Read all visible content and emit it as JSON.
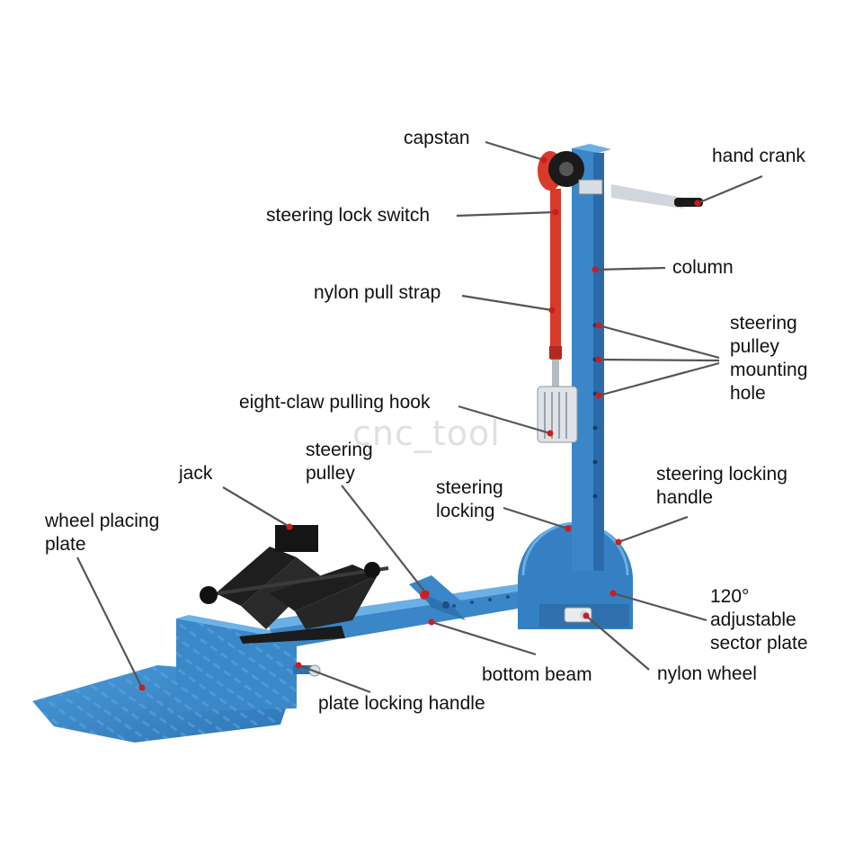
{
  "labels": {
    "capstan": "capstan",
    "hand_crank": "hand crank",
    "steering_lock_switch": "steering lock switch",
    "column": "column",
    "nylon_pull_strap": "nylon pull strap",
    "steering_pulley_mounting_hole": "steering\npulley\nmounting\nhole",
    "eight_claw_pulling_hook": "eight-claw pulling hook",
    "steering_pulley": "steering\npulley",
    "jack": "jack",
    "steering_locking": "steering\nlocking",
    "steering_locking_handle": "steering locking\nhandle",
    "wheel_placing_plate": "wheel placing\nplate",
    "adjustable_sector_plate": "120°\nadjustable\nsector plate",
    "bottom_beam": "bottom beam",
    "nylon_wheel": "nylon wheel",
    "plate_locking_handle": "plate locking handle"
  },
  "watermark": "cnc_tool",
  "colors": {
    "frame_blue": "#3a86c8",
    "frame_dark": "#2a6aa6",
    "strap_red": "#d93a2a",
    "leader_line": "#555555",
    "marker_red": "#cc1d1d"
  }
}
